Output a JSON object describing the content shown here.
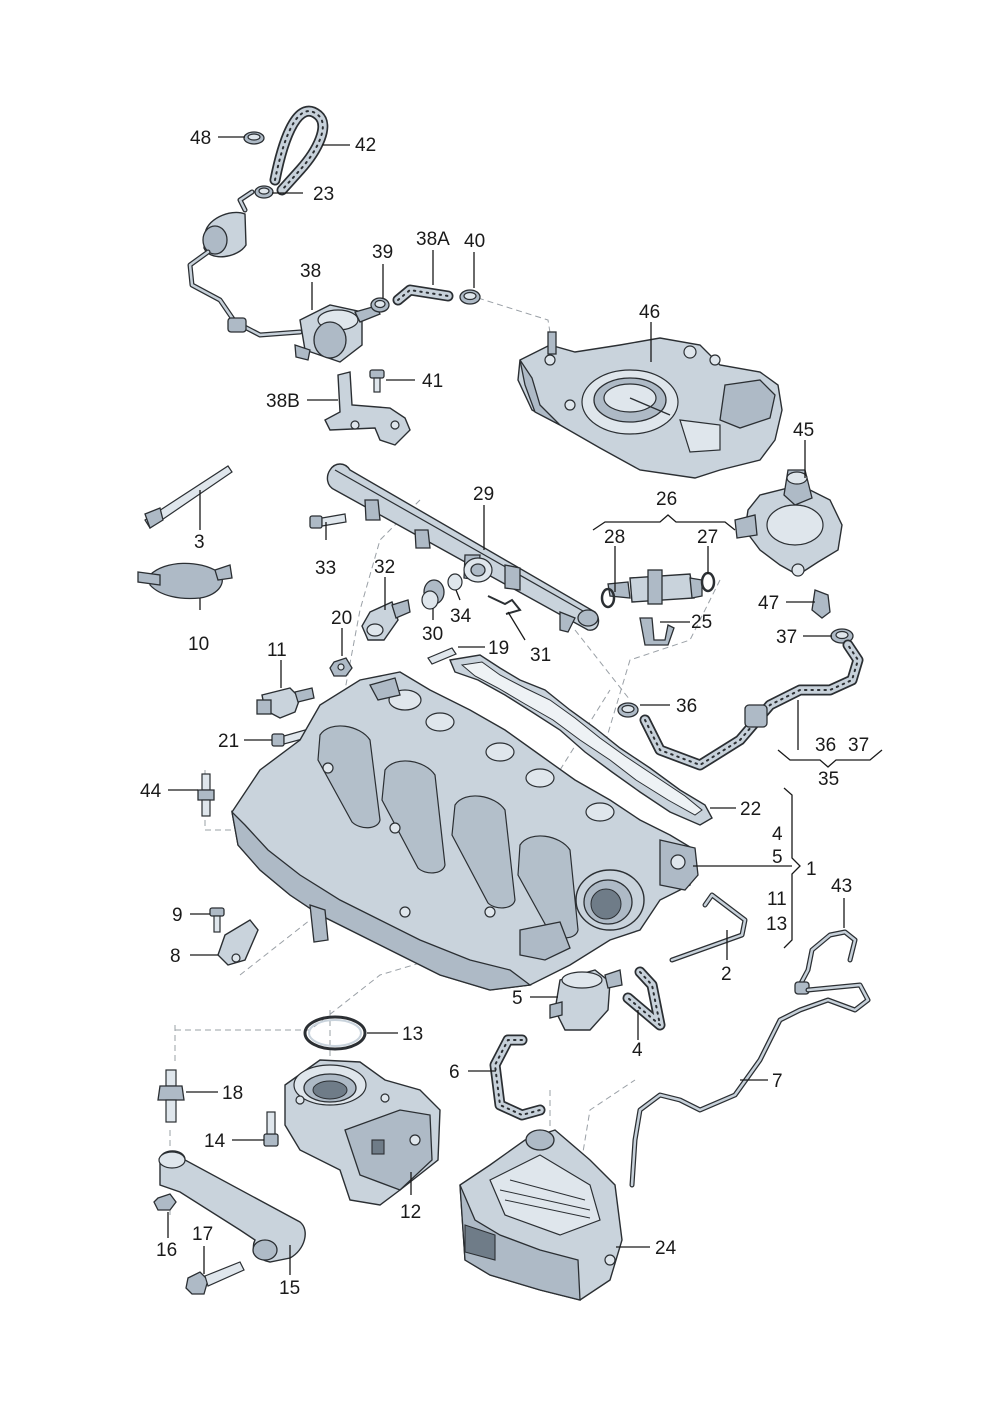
{
  "diagram": {
    "labels": [
      {
        "id": "48",
        "text": "48"
      },
      {
        "id": "42",
        "text": "42"
      },
      {
        "id": "23",
        "text": "23"
      },
      {
        "id": "38",
        "text": "38"
      },
      {
        "id": "39",
        "text": "39"
      },
      {
        "id": "38A",
        "text": "38A"
      },
      {
        "id": "40",
        "text": "40"
      },
      {
        "id": "41",
        "text": "41"
      },
      {
        "id": "38B",
        "text": "38B"
      },
      {
        "id": "46",
        "text": "46"
      },
      {
        "id": "45",
        "text": "45"
      },
      {
        "id": "3",
        "text": "3"
      },
      {
        "id": "29",
        "text": "29"
      },
      {
        "id": "26",
        "text": "26"
      },
      {
        "id": "28",
        "text": "28"
      },
      {
        "id": "27",
        "text": "27"
      },
      {
        "id": "33",
        "text": "33"
      },
      {
        "id": "32",
        "text": "32"
      },
      {
        "id": "10",
        "text": "10"
      },
      {
        "id": "34",
        "text": "34"
      },
      {
        "id": "30",
        "text": "30"
      },
      {
        "id": "25",
        "text": "25"
      },
      {
        "id": "47",
        "text": "47"
      },
      {
        "id": "20",
        "text": "20"
      },
      {
        "id": "31",
        "text": "31"
      },
      {
        "id": "37a",
        "text": "37"
      },
      {
        "id": "11a",
        "text": "11"
      },
      {
        "id": "19",
        "text": "19"
      },
      {
        "id": "36a",
        "text": "36"
      },
      {
        "id": "21",
        "text": "21"
      },
      {
        "id": "36b",
        "text": "36"
      },
      {
        "id": "37b",
        "text": "37"
      },
      {
        "id": "35",
        "text": "35"
      },
      {
        "id": "44",
        "text": "44"
      },
      {
        "id": "22",
        "text": "22"
      },
      {
        "id": "4a",
        "text": "4"
      },
      {
        "id": "5a",
        "text": "5"
      },
      {
        "id": "1",
        "text": "1"
      },
      {
        "id": "43",
        "text": "43"
      },
      {
        "id": "11b",
        "text": "11"
      },
      {
        "id": "9",
        "text": "9"
      },
      {
        "id": "13a",
        "text": "13"
      },
      {
        "id": "2",
        "text": "2"
      },
      {
        "id": "8",
        "text": "8"
      },
      {
        "id": "5b",
        "text": "5"
      },
      {
        "id": "4b",
        "text": "4"
      },
      {
        "id": "13b",
        "text": "13"
      },
      {
        "id": "6",
        "text": "6"
      },
      {
        "id": "7",
        "text": "7"
      },
      {
        "id": "18",
        "text": "18"
      },
      {
        "id": "14",
        "text": "14"
      },
      {
        "id": "12",
        "text": "12"
      },
      {
        "id": "24",
        "text": "24"
      },
      {
        "id": "16",
        "text": "16"
      },
      {
        "id": "17",
        "text": "17"
      },
      {
        "id": "15",
        "text": "15"
      }
    ]
  }
}
